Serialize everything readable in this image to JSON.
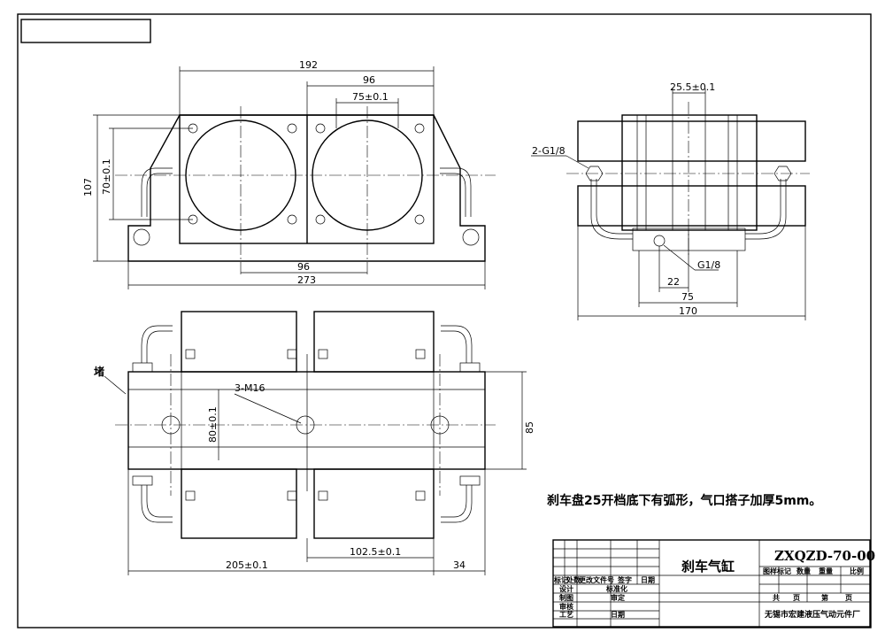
{
  "drawing": {
    "top_view": {
      "dims": [
        "192",
        "96",
        "75±0.1",
        "107",
        "70±0.1",
        "96",
        "273"
      ]
    },
    "side_view": {
      "dims": [
        "25.5±0.1",
        "22",
        "75",
        "170"
      ],
      "labels": [
        "2-G1/8",
        "G1/8"
      ]
    },
    "bottom_view": {
      "dims": [
        "85",
        "80±0.1",
        "102.5±0.1",
        "205±0.1",
        "34"
      ],
      "labels": [
        "3-M16",
        "堵"
      ]
    },
    "note": "刹车盘25开档底下有弧形，气口搭子加厚5mm。"
  },
  "title_block": {
    "part_name": "刹车气缸",
    "drawing_no": "ZXQZD-70-00",
    "headers": [
      "标记",
      "处数",
      "更改文件号",
      "签字",
      "日期"
    ],
    "roles": [
      "设计",
      "制图",
      "审核",
      "工艺"
    ],
    "roles2": [
      "标准化",
      "审定",
      "日期"
    ],
    "right_headers": [
      "图样标记",
      "数量",
      "重量",
      "比例"
    ],
    "sheets": [
      "共",
      "页",
      "第",
      "页"
    ],
    "company": "无锡市宏建液压气动元件厂"
  }
}
